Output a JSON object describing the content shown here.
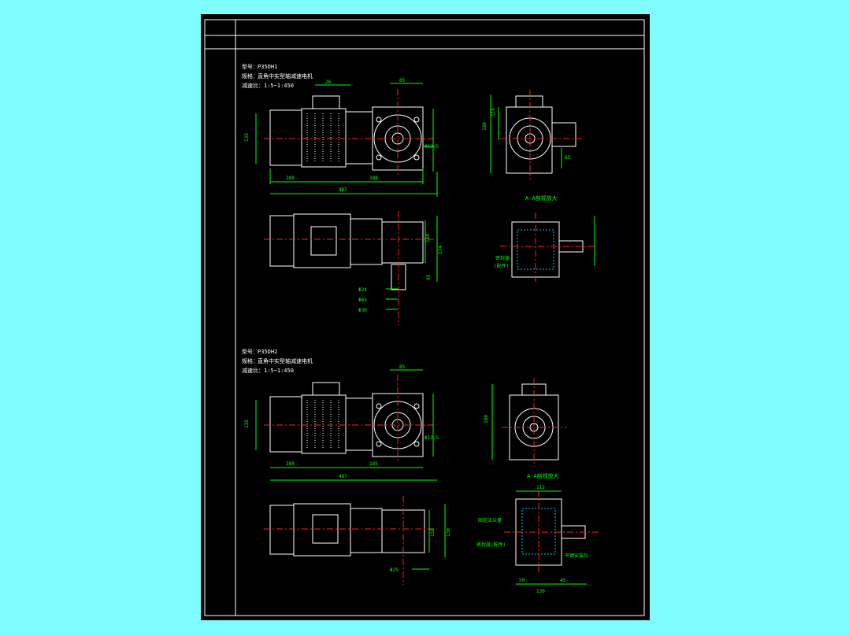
{
  "colors": {
    "background": "#7ffdfe",
    "sheet": "#000000",
    "outline": "#ffffff",
    "dimension": "#00ff00",
    "centerline": "#ff2020",
    "hidden": "#00c8ff"
  },
  "drawing_1": {
    "model_label": "型号：",
    "model": "P35DH1",
    "name_label": "规格：",
    "name": "直角中实型轴减速电机",
    "ratio_label": "减速比：",
    "ratio": "1:5~1:450",
    "dims": {
      "overall_length": "487",
      "motor_length": "280",
      "gearbox_length": "188",
      "height": "135",
      "top_width": "85",
      "top_offset": "26",
      "bore": "Φ12.5",
      "rear_height": "186",
      "rear_width": "114",
      "rear_shaft": "65",
      "side_height_1": "184",
      "side_height_2": "274",
      "side_offset": "95",
      "shaft_dia_1": "Φ24",
      "shaft_dia_2": "Φ65",
      "shaft_dia_3": "Φ30"
    },
    "section_title": "A-A剖视放大",
    "section_label_1": "密封盖",
    "section_label_2": "(配件)"
  },
  "drawing_2": {
    "model_label": "型号：",
    "model": "P35DH2",
    "name_label": "规格：",
    "name": "直角中实型轴减速电机",
    "ratio_label": "减速比：",
    "ratio": "1:5~1:450",
    "dims": {
      "overall_length": "487",
      "motor_length": "280",
      "gearbox_length": "185",
      "height": "135",
      "top_width": "85",
      "bore": "Φ12.5",
      "rear_height": "180",
      "side_height_1": "150",
      "side_height_2": "130",
      "shaft_dia": "Φ25"
    },
    "section_title": "A-A剖视放大",
    "section_width": "112",
    "section_label_1": "固定法兰盘",
    "section_label_2": "密封盖(配件)",
    "section_label_3": "平键安装位",
    "section_bottom_1": "50",
    "section_bottom_2": "130",
    "section_bottom_3": "45"
  }
}
